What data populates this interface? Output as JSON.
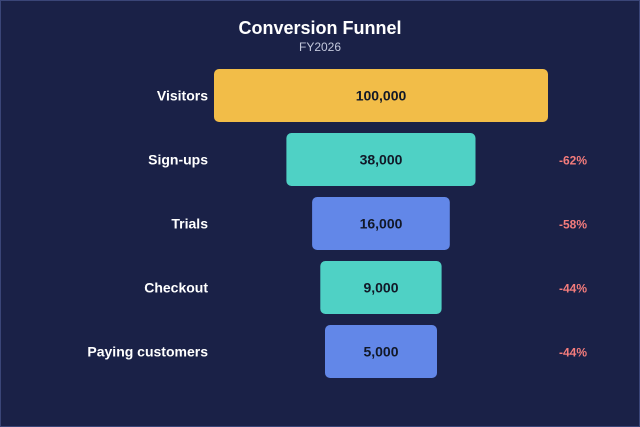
{
  "chart_data": {
    "type": "funnel",
    "title": "Conversion Funnel",
    "subtitle": "FY2026",
    "categories": [
      "Visitors",
      "Sign-ups",
      "Trials",
      "Checkout",
      "Paying customers"
    ],
    "values": [
      100000,
      38000,
      16000,
      9000,
      5000
    ],
    "value_labels": [
      "100,000",
      "38,000",
      "16,000",
      "9,000",
      "5,000"
    ],
    "drop_labels": [
      "",
      "-62%",
      "-58%",
      "-44%",
      "-44%"
    ],
    "colors": [
      "#f2bd48",
      "#4fd1c5",
      "#6287e8",
      "#4fd1c5",
      "#6287e8"
    ],
    "drop_color": "#f47c7c",
    "background": "#1a2147"
  }
}
